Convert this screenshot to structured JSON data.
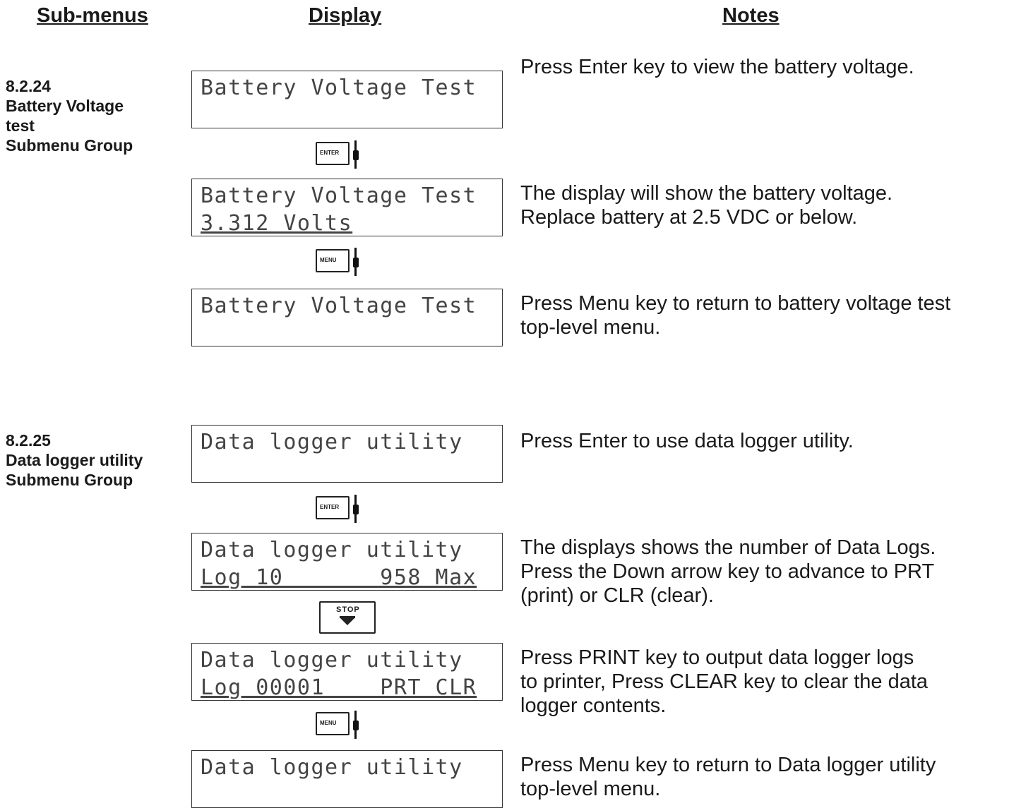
{
  "headers": {
    "submenus": "Sub-menus",
    "display": "Display",
    "notes": "Notes"
  },
  "group1": {
    "number": "8.2.24",
    "title_l1": "Battery Voltage",
    "title_l2": "test",
    "title_l3": "Submenu Group",
    "display1": {
      "line1": "Battery Voltage Test",
      "line2": ""
    },
    "key1": "ENTER",
    "display2": {
      "line1": "Battery Voltage Test",
      "line2": "3.312 Volts"
    },
    "key2": "MENU",
    "display3": {
      "line1": "Battery Voltage Test",
      "line2": ""
    },
    "note1": "Press Enter key to view the battery voltage.",
    "note2_l1": "The display will show the battery voltage.",
    "note2_l2": "Replace battery at 2.5 VDC or below.",
    "note3_l1": "Press Menu key to return to battery voltage test",
    "note3_l2": "top-level menu."
  },
  "group2": {
    "number": "8.2.25",
    "title_l1": "Data logger utility",
    "title_l2": "Submenu Group",
    "display1": {
      "line1": "Data logger utility",
      "line2": ""
    },
    "key1": "ENTER",
    "display2": {
      "line1": "Data logger utility",
      "line2": "Log 10       958 Max"
    },
    "key2": "STOP",
    "display3": {
      "line1": "Data logger utility",
      "line2": "Log 00001    PRT CLR"
    },
    "key3": "MENU",
    "display4": {
      "line1": "Data logger utility",
      "line2": ""
    },
    "note1": "Press Enter to use data logger utility.",
    "note2_l1": "The displays shows the number of Data Logs.",
    "note2_l2": "Press the Down arrow key to advance to PRT",
    "note2_l3": "(print) or CLR (clear).",
    "note3_l1": "Press PRINT key  to output data logger logs",
    "note3_l2": "to printer, Press CLEAR key to clear the data",
    "note3_l3": "logger contents.",
    "note4_l1": "Press Menu key to return to Data logger utility",
    "note4_l2": "top-level menu."
  }
}
